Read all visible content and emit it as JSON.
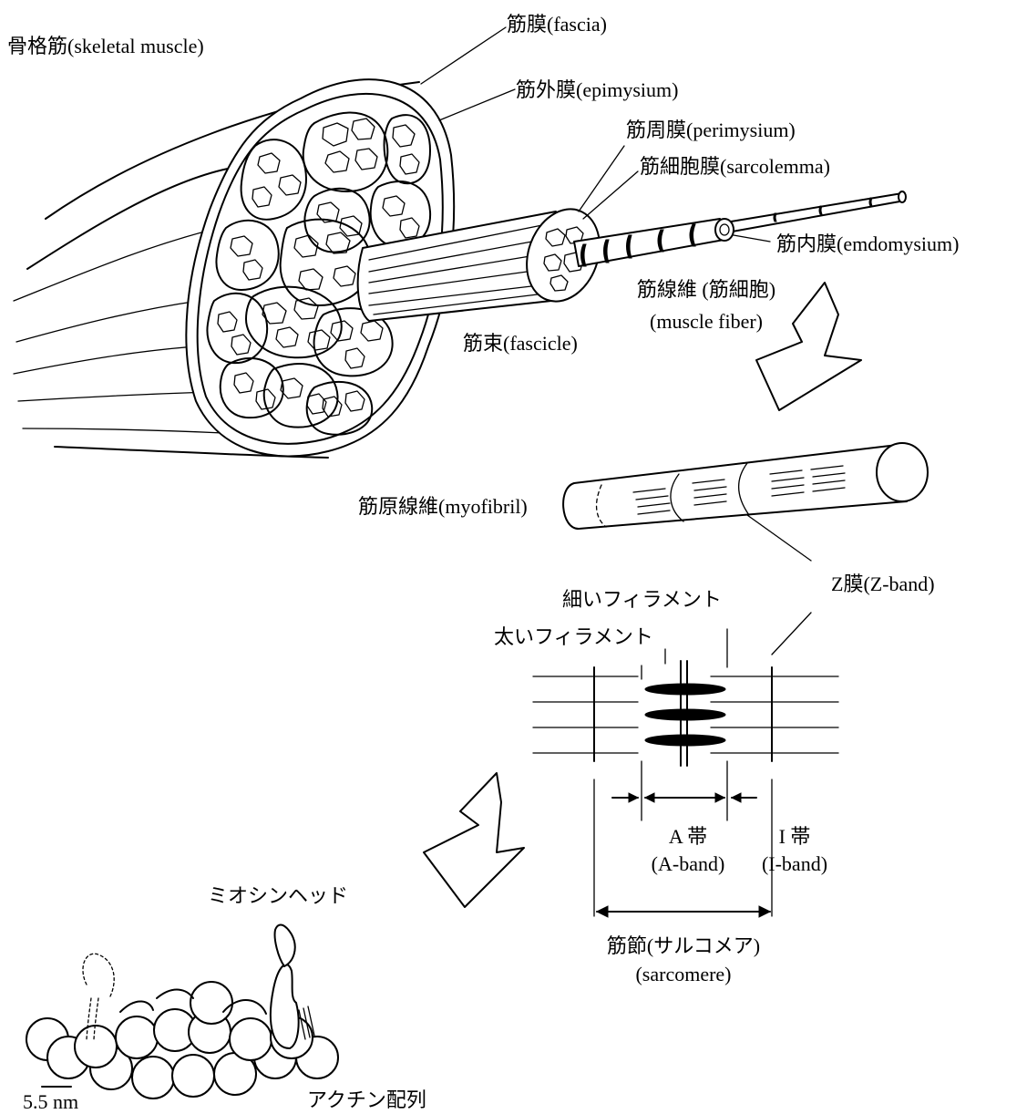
{
  "labels": {
    "skeletal_muscle": "骨格筋(skeletal muscle)",
    "fascia": "筋膜(fascia)",
    "epimysium": "筋外膜(epimysium)",
    "perimysium": "筋周膜(perimysium)",
    "sarcolemma": "筋細胞膜(sarcolemma)",
    "endomysium": "筋内膜(emdomysium)",
    "muscle_fiber_jp": "筋線維 (筋細胞)",
    "muscle_fiber_en": "(muscle fiber)",
    "fascicle": "筋束(fascicle)",
    "myofibril": "筋原線維(myofibril)",
    "z_band": "Z膜(Z-band)",
    "thin_filament": "細いフィラメント",
    "thick_filament": "太いフィラメント",
    "a_band_jp": "A 帯",
    "a_band_en": "(A-band)",
    "i_band_jp": "I 帯",
    "i_band_en": "(I-band)",
    "sarcomere_jp": "筋節(サルコメア)",
    "sarcomere_en": "(sarcomere)",
    "myosin_head": "ミオシンヘッド",
    "scale": "5.5 nm",
    "actin": "アクチン配列"
  }
}
